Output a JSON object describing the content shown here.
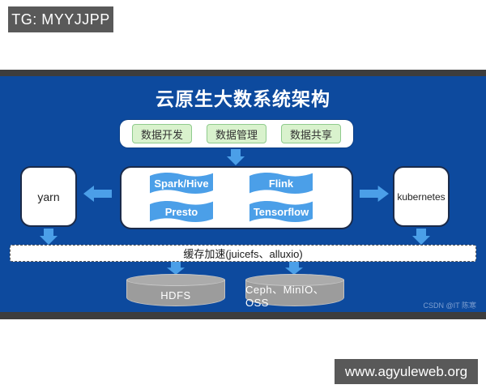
{
  "colors": {
    "diagram-blue": "#0d4a9e",
    "accent-blue": "#4b9fe8",
    "strip-dark": "#3d3d3d",
    "badge-gray": "#595959",
    "green-bg": "#d9f2cd",
    "green-border": "#8fcb8d",
    "green-text": "#333333",
    "box-border": "#1b2b4a",
    "cylinder-gray": "#9c9c9c",
    "cylinder-top": "#ababab",
    "watermark-blue": "#7e9fd0"
  },
  "overlays": {
    "tg_label": "TG: MYYJJPP",
    "site_label": "www.agyuleweb.org"
  },
  "diagram": {
    "title": "云原生大数系统架构",
    "service_layer": {
      "items": [
        {
          "label": "数据开发"
        },
        {
          "label": "数据管理"
        },
        {
          "label": "数据共享"
        }
      ]
    },
    "compute_layer": {
      "items": [
        {
          "label": "Spark/Hive"
        },
        {
          "label": "Flink"
        },
        {
          "label": "Presto"
        },
        {
          "label": "Tensorflow"
        }
      ]
    },
    "schedulers": {
      "left": "yarn",
      "right": "kubernetes"
    },
    "cache_layer": {
      "label": "缓存加速(juicefs、alluxio)"
    },
    "storage_layer": {
      "items": [
        {
          "label": "HDFS"
        },
        {
          "label": "Ceph、MinIO、OSS"
        }
      ]
    },
    "watermark": "CSDN @IT 陈寒"
  }
}
